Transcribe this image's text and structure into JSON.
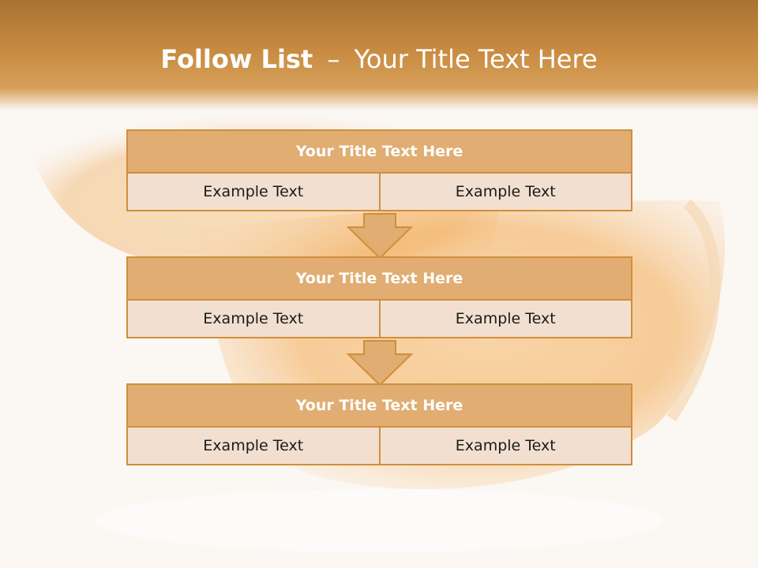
{
  "title": {
    "bold_part": "Follow List",
    "separator": "–",
    "rest": "Your Title Text Here"
  },
  "steps": [
    {
      "title": "Your Title Text Here",
      "left": "Example Text",
      "right": "Example Text"
    },
    {
      "title": "Your Title Text Here",
      "left": "Example Text",
      "right": "Example Text"
    },
    {
      "title": "Your Title Text Here",
      "left": "Example Text",
      "right": "Example Text"
    }
  ],
  "colors": {
    "header_band": "#c88a40",
    "block_title_fill": "#e1ad72",
    "block_cell_fill": "#f2dfcf",
    "border": "#cf8f3b",
    "arrow_fill": "#e1ad72"
  },
  "background_image": "orange-slice-photo"
}
